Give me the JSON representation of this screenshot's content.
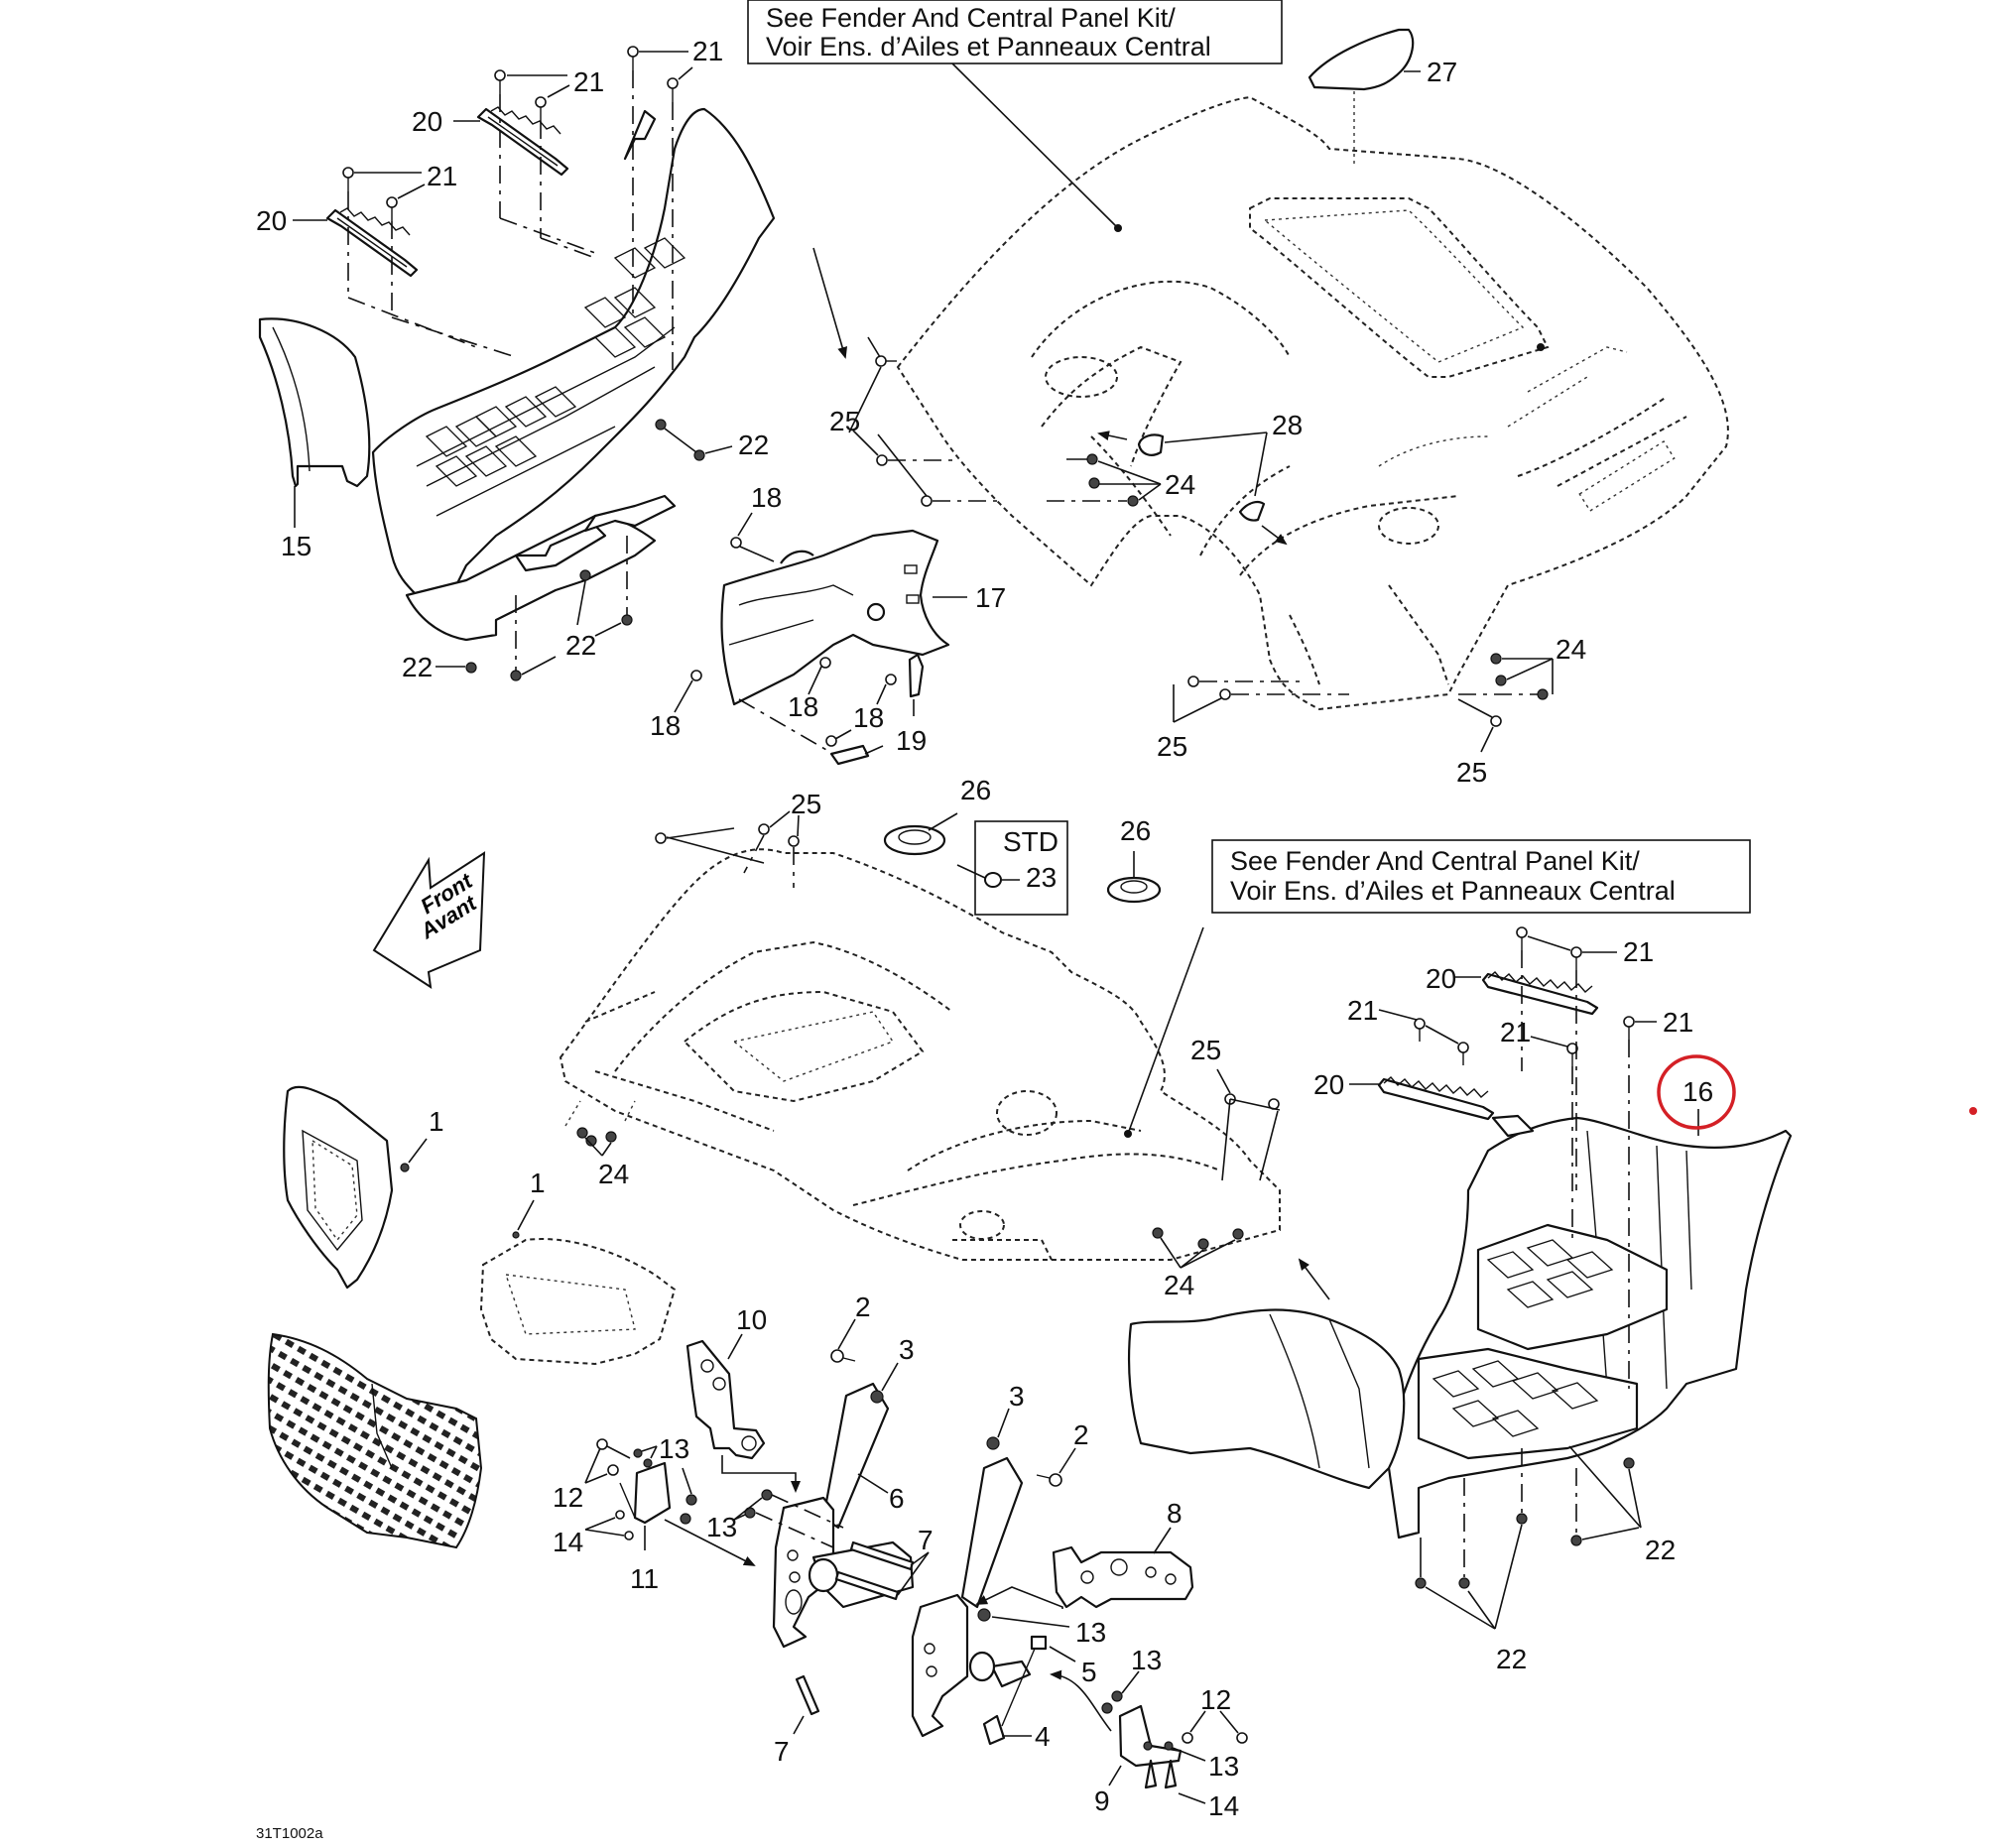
{
  "diagram": {
    "reference_code": "31T1002a",
    "orientation_arrow": {
      "line1": "Front",
      "line2": "Avant"
    },
    "notes": [
      {
        "id": "note-top",
        "line1": "See Fender And Central Panel Kit/",
        "line2": "Voir Ens. d’Ailes et Panneaux Central"
      },
      {
        "id": "note-middle",
        "line1": "See Fender And Central Panel Kit/",
        "line2": "Voir Ens. d’Ailes et Panneaux Central"
      }
    ],
    "std_box": {
      "title": "STD",
      "part": "23"
    },
    "highlight": {
      "part": "16",
      "color": "#d42026"
    },
    "callouts": {
      "c21a": "21",
      "c21b": "21",
      "c20a": "20",
      "c21c": "21",
      "c20b": "20",
      "c22a": "22",
      "c15": "15",
      "c22b": "22",
      "c22c": "22",
      "c18a": "18",
      "c17": "17",
      "c18b": "18",
      "c18c": "18",
      "c18d": "18",
      "c19": "19",
      "c27": "27",
      "c25a": "25",
      "c28": "28",
      "c24a": "24",
      "c24b": "24",
      "c25b": "25",
      "c25c": "25",
      "c26a": "26",
      "c25d": "25",
      "c26b": "26",
      "c23": "23",
      "c1a": "1",
      "c1b": "1",
      "c24c": "24",
      "c25e": "25",
      "c24d": "24",
      "c21d": "21",
      "c20c": "20",
      "c21e": "21",
      "c21f": "21",
      "c21g": "21",
      "c20d": "20",
      "c16": "16",
      "c22d": "22",
      "c22e": "22",
      "c10": "10",
      "c2a": "2",
      "c3a": "3",
      "c3b": "3",
      "c2b": "2",
      "c13a": "13",
      "c12a": "12",
      "c13b": "13",
      "c14a": "14",
      "c11": "11",
      "c6": "6",
      "c7a": "7",
      "c8": "8",
      "c13c": "13",
      "c5": "5",
      "c13d": "13",
      "c12b": "12",
      "c13e": "13",
      "c4": "4",
      "c7b": "7",
      "c9": "9",
      "c14b": "14"
    }
  }
}
